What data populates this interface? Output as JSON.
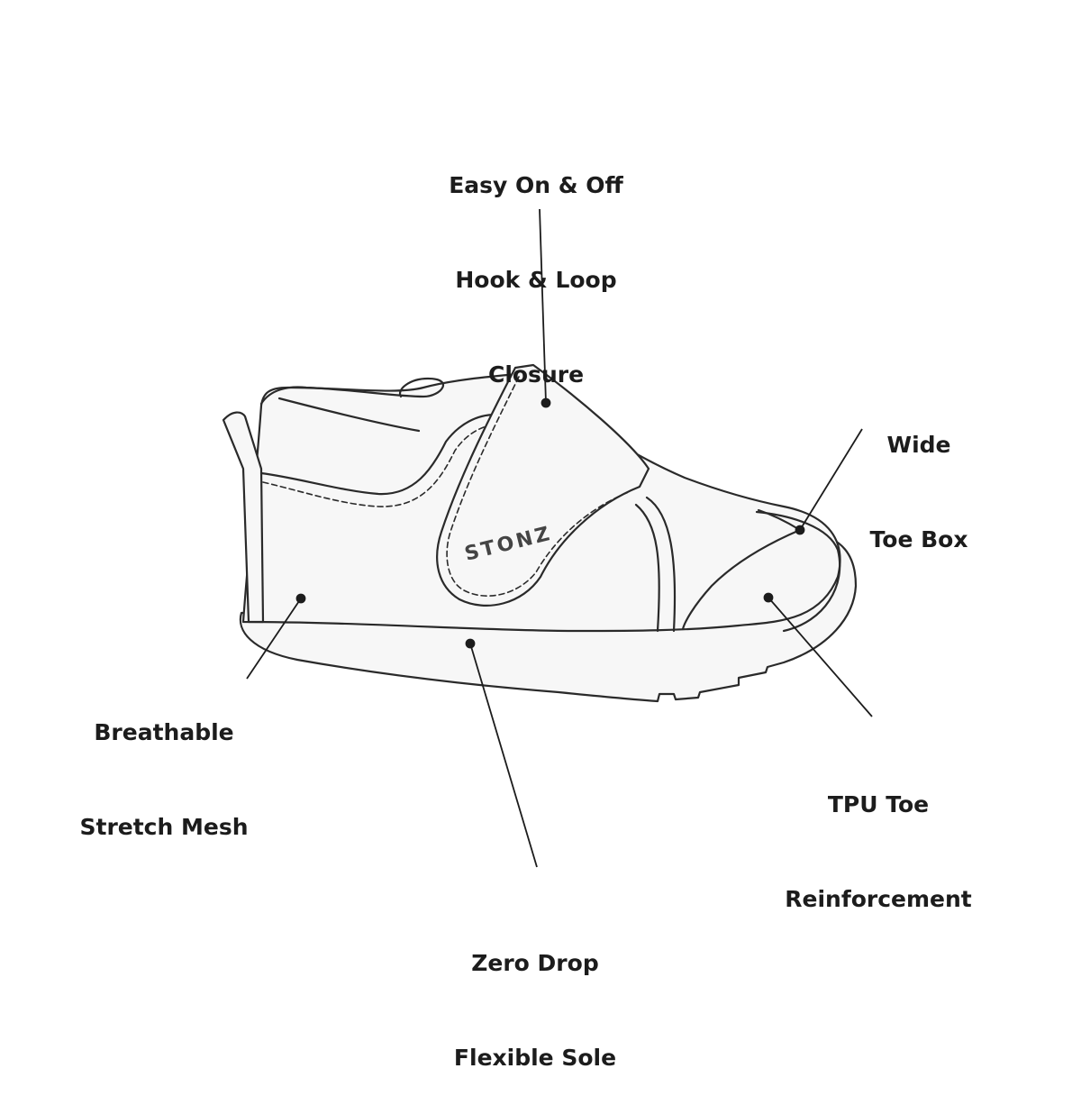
{
  "brand_logo": "STONZ",
  "callouts": [
    {
      "id": "closure",
      "lines": [
        "Easy On & Off",
        "Hook & Loop",
        "Closure"
      ]
    },
    {
      "id": "toe-box",
      "lines": [
        "Wide",
        "Toe Box"
      ]
    },
    {
      "id": "mesh",
      "lines": [
        "Breathable",
        "Stretch Mesh"
      ]
    },
    {
      "id": "toe-reinforcement",
      "lines": [
        "TPU Toe",
        "Reinforcement"
      ]
    },
    {
      "id": "sole",
      "lines": [
        "Zero Drop",
        "Flexible Sole"
      ]
    }
  ],
  "colors": {
    "line": "#2a2a2a",
    "fill": "#f7f7f7",
    "text": "#1c1c1c",
    "background": "#ffffff"
  }
}
